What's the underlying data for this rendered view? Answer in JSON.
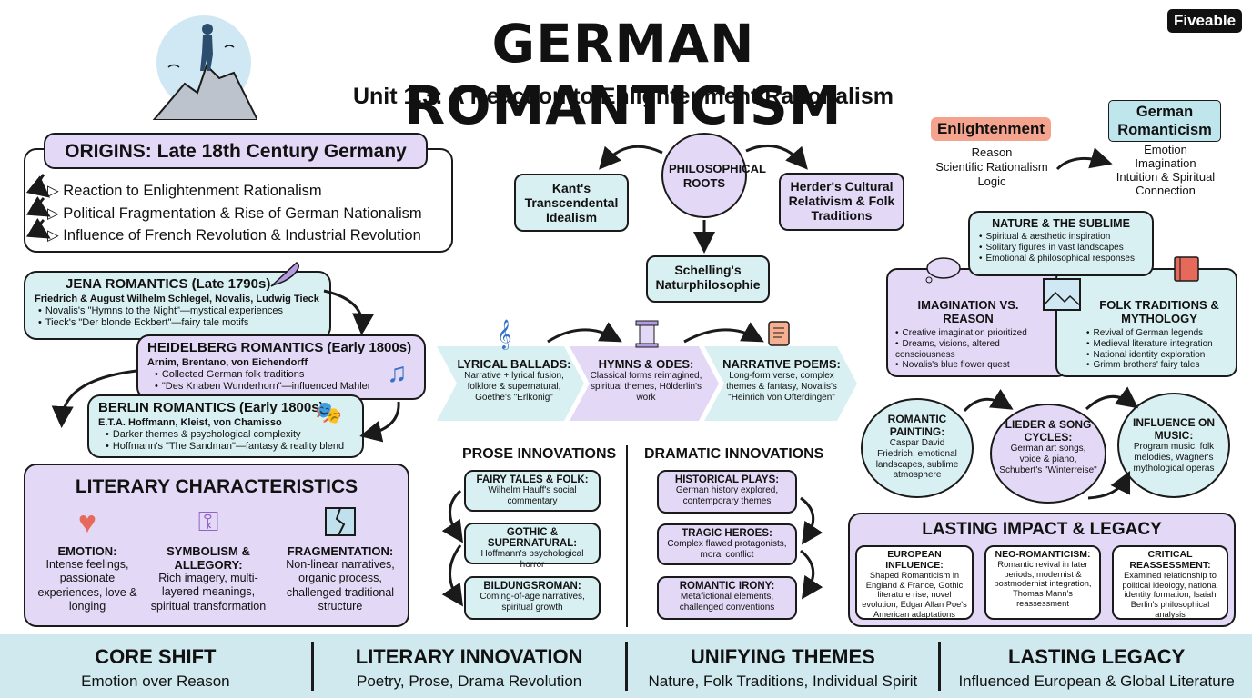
{
  "title": "GERMAN ROMANTICISM",
  "subtitle": "Unit 1.3: A Reaction to Enlightenment Rationalism",
  "brand": "Fiveable",
  "origins": {
    "heading": "ORIGINS: Late 18th Century Germany",
    "items": [
      "Reaction to Enlightenment Rationalism",
      "Political Fragmentation & Rise of German Nationalism",
      "Influence of French Revolution & Industrial Revolution"
    ]
  },
  "jena": {
    "heading": "JENA ROMANTICS (Late 1790s)",
    "people": "Friedrich & August Wilhelm Schlegel, Novalis, Ludwig Tieck",
    "items": [
      "Novalis's \"Hymns to the Night\"—mystical experiences",
      "Tieck's \"Der blonde Eckbert\"—fairy tale motifs"
    ]
  },
  "heidelberg": {
    "heading": "HEIDELBERG ROMANTICS (Early 1800s)",
    "people": "Arnim, Brentano, von Eichendorff",
    "items": [
      "Collected German folk traditions",
      "\"Des Knaben Wunderhorn\"—influenced Mahler"
    ]
  },
  "berlin": {
    "heading": "BERLIN ROMANTICS (Early 1800s)",
    "people": "E.T.A. Hoffmann, Kleist, von Chamisso",
    "items": [
      "Darker themes & psychological complexity",
      "Hoffmann's \"The Sandman\"—fantasy & reality blend"
    ]
  },
  "literary": {
    "heading": "LITERARY CHARACTERISTICS",
    "cols": [
      {
        "title": "EMOTION:",
        "text": "Intense feelings, passionate experiences, love & longing",
        "icon": "heart-icon"
      },
      {
        "title": "SYMBOLISM & ALLEGORY:",
        "text": "Rich imagery, multi-layered meanings, spiritual transformation",
        "icon": "key-icon"
      },
      {
        "title": "FRAGMENTATION:",
        "text": "Non-linear narratives, organic process, challenged traditional structure",
        "icon": "broken-picture-icon"
      }
    ]
  },
  "roots": {
    "center": "PHILOSOPHICAL ROOTS",
    "kant": "Kant's Transcendental Idealism",
    "herder": "Herder's Cultural Relativism & Folk Traditions",
    "schelling": "Schelling's Naturphilosophie"
  },
  "poetry": [
    {
      "title": "LYRICAL BALLADS:",
      "text": "Narrative + lyrical fusion, folklore & supernatural, Goethe's \"Erlkönig\""
    },
    {
      "title": "HYMNS & ODES:",
      "text": "Classical forms reimagined, spiritual themes, Hölderlin's work"
    },
    {
      "title": "NARRATIVE POEMS:",
      "text": "Long-form verse, complex themes & fantasy, Novalis's \"Heinrich von Ofterdingen\""
    }
  ],
  "prose": {
    "heading": "PROSE INNOVATIONS",
    "items": [
      {
        "title": "FAIRY TALES & FOLK:",
        "text": "Wilhelm Hauff's social commentary"
      },
      {
        "title": "GOTHIC & SUPERNATURAL:",
        "text": "Hoffmann's psychological horror"
      },
      {
        "title": "BILDUNGSROMAN:",
        "text": "Coming-of-age narratives, spiritual growth"
      }
    ]
  },
  "drama": {
    "heading": "DRAMATIC INNOVATIONS",
    "items": [
      {
        "title": "HISTORICAL PLAYS:",
        "text": "German history explored, contemporary themes"
      },
      {
        "title": "TRAGIC HEROES:",
        "text": "Complex flawed protagonists, moral conflict"
      },
      {
        "title": "ROMANTIC IRONY:",
        "text": "Metafictional elements, challenged conventions"
      }
    ]
  },
  "contrast": {
    "left_label": "Enlightenment",
    "left_items": [
      "Reason",
      "Scientific Rationalism",
      "Logic"
    ],
    "right_label": "German Romanticism",
    "right_items": [
      "Emotion",
      "Imagination",
      "Intuition & Spiritual Connection"
    ]
  },
  "themes": {
    "nature": {
      "title": "NATURE & THE SUBLIME",
      "items": [
        "Spiritual & aesthetic inspiration",
        "Solitary figures in vast landscapes",
        "Emotional & philosophical responses"
      ]
    },
    "imagination": {
      "title": "IMAGINATION VS. REASON",
      "items": [
        "Creative imagination prioritized",
        "Dreams, visions, altered consciousness",
        "Novalis's blue flower quest"
      ]
    },
    "folk": {
      "title": "FOLK TRADITIONS & MYTHOLOGY",
      "items": [
        "Revival of German legends",
        "Medieval literature integration",
        "National identity exploration",
        "Grimm brothers' fairy tales"
      ]
    }
  },
  "arts": [
    {
      "title": "ROMANTIC PAINTING:",
      "text": "Caspar David Friedrich, emotional landscapes, sublime atmosphere"
    },
    {
      "title": "LIEDER & SONG CYCLES:",
      "text": "German art songs, voice & piano, Schubert's \"Winterreise\""
    },
    {
      "title": "INFLUENCE ON MUSIC:",
      "text": "Program music, folk melodies, Wagner's mythological operas"
    }
  ],
  "legacy": {
    "heading": "LASTING IMPACT & LEGACY",
    "cols": [
      {
        "title": "EUROPEAN INFLUENCE:",
        "text": "Shaped Romanticism in England & France, Gothic literature rise, novel evolution, Edgar Allan Poe's American adaptations"
      },
      {
        "title": "NEO-ROMANTICISM:",
        "text": "Romantic revival in later periods, modernist & postmodernist integration, Thomas Mann's reassessment"
      },
      {
        "title": "CRITICAL REASSESSMENT:",
        "text": "Examined relationship to political ideology, national identity formation, Isaiah Berlin's philosophical analysis"
      }
    ]
  },
  "footer": [
    {
      "title": "CORE SHIFT",
      "text": "Emotion over Reason"
    },
    {
      "title": "LITERARY INNOVATION",
      "text": "Poetry, Prose, Drama Revolution"
    },
    {
      "title": "UNIFYING THEMES",
      "text": "Nature, Folk Traditions, Individual Spirit"
    },
    {
      "title": "LASTING LEGACY",
      "text": "Influenced European & Global Literature"
    }
  ],
  "colors": {
    "lavender": "#e3d8f5",
    "teal": "#d9f0f2",
    "enlightenment": "#f4a38f",
    "romanticism": "#bfe6ec",
    "footer": "#cfe9ee"
  }
}
